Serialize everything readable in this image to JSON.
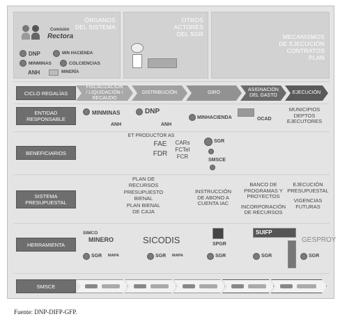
{
  "header": {
    "organos_title": [
      "ÓRGANOS",
      "DEL SISTEMA"
    ],
    "actores_title": [
      "OTROS",
      "ACTORES",
      "DEL SGR"
    ],
    "mecanismos_title": [
      "MECANISMOS",
      "DE EJECUCIÓN",
      "CONTRATOS",
      "PLAN"
    ],
    "organos_logos": {
      "comision": [
        "Comisión",
        "Rectora"
      ],
      "dnp": "DNP",
      "minhacienda": "MIN HACIENDA",
      "minminas": "MINMINAS",
      "colciencias": "COLCIENCIAS",
      "anh": "ANH",
      "mineria": "MINERÍA"
    }
  },
  "rows": {
    "ciclo": {
      "label": "CICLO REGALÍAS",
      "steps": [
        [
          "FISCALIZACIÓN",
          "/ LIQUIDACIÓN / RECAUDO"
        ],
        [
          "DISTRIBUCIÓN"
        ],
        [
          "GIRO"
        ],
        [
          "ASIGNACIÓN",
          "DEL GASTO"
        ],
        [
          "EJECUCIÓN"
        ]
      ]
    },
    "entidad": {
      "label": [
        "ENTIDAD",
        "RESPONSABLE"
      ],
      "minminas": "MINMINAS",
      "dnp": "DNP",
      "anh1": "ANH",
      "anh2": "ANH",
      "minhacienda": "MINHACIENDA",
      "ocad": "OCAD",
      "ejecutores": [
        "MUNICIPIOS",
        "DEPTOS",
        "EJECUTORES"
      ]
    },
    "beneficiarios": {
      "label": "BENEFICIARIOS",
      "et": "ET PRODUCTOR AS",
      "fae": "FAE",
      "fdr": "FDR",
      "cars": "CARs",
      "fctei": "FCTeI",
      "fcr": "FCR",
      "sgr": "SGR",
      "smsce": "SMSCE"
    },
    "sistema": {
      "label": [
        "SISTEMA",
        "PRESUPUESTAL"
      ],
      "col1": [
        "PLAN DE",
        "RECURSOS",
        "PRESUPUESTO",
        "BIENAL",
        "PLAN BIENAL",
        "DE CAJA"
      ],
      "col2": [
        "INSTRUCCIÓN",
        "DE ABONO A",
        "CUENTA IAC"
      ],
      "col3": [
        "BANCO DE",
        "PROGRAMAS Y",
        "PROYECTOS",
        "INCORPORACIÓN",
        "DE RECURSOS"
      ],
      "col4": [
        "EJECUCIÓN",
        "PRESUPUESTAL",
        "VIGENCIAS",
        "FUTURAS"
      ]
    },
    "herramienta": {
      "label": "HERRAMIENTA",
      "simco": "SIMCO",
      "minero": "MINERO",
      "sicodis": "SICODIS",
      "spgr": "SPGR",
      "suifp": "SUIFP",
      "gesproy": "GESPROY",
      "sgr": "SGR",
      "mapa": "MAPA"
    },
    "smsce": {
      "label": "SMSCE"
    }
  },
  "fuente": "Fuente: DNP-DIFP-GFP.",
  "colors": {
    "frame": "#e4e4e4",
    "label_bg": "#6e6e6e",
    "arrow_light": "#a8a8a8",
    "arrow_dark": "#5a5a5a"
  }
}
